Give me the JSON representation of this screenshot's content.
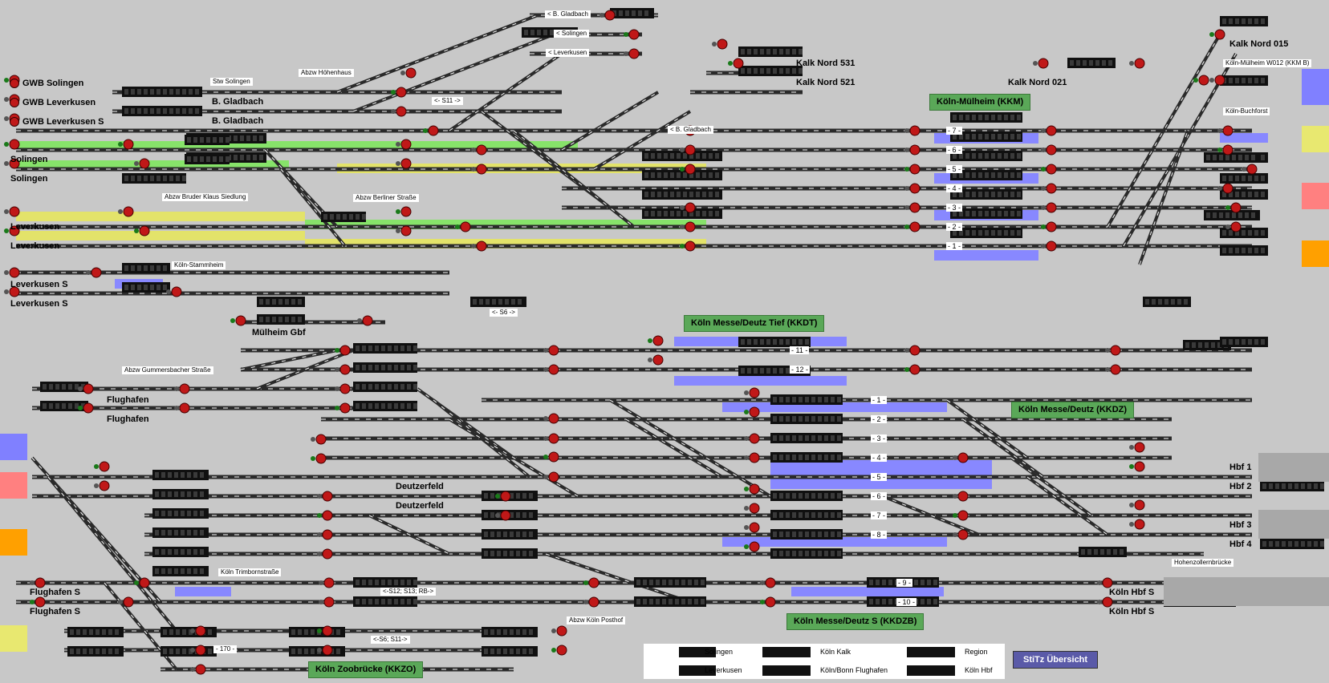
{
  "colors": {
    "background": "#c8c8c8",
    "track": "#2a2a2a",
    "track_gap": "#ffffff",
    "signal_red": "#c01818",
    "signal_green": "#1a7a1a",
    "route_green": "#7ce85a",
    "route_yellow": "#e8e85a",
    "occupied_blue": "#8888ff",
    "station_green": "#5aa858",
    "stitz_blue": "#5a5aa8",
    "edge_blue": "#8080ff",
    "edge_red": "#ff8080",
    "edge_orange": "#ffa000",
    "edge_yellow": "#e8e870",
    "edge_gray": "#a8a8a8"
  },
  "gwb": [
    {
      "label": "GWB Solingen"
    },
    {
      "label": "GWB Leverkusen"
    },
    {
      "label": "GWB Leverkusen S"
    }
  ],
  "left_labels": [
    "Solingen",
    "Solingen",
    "Leverkusen",
    "Leverkusen",
    "Leverkusen S",
    "Leverkusen S",
    "Mülheim Gbf",
    "Flughafen",
    "Flughafen",
    "Flughafen S",
    "Flughafen S",
    "Deutzerfeld",
    "Deutzerfeld"
  ],
  "upper_labels": {
    "stw_solingen": "Stw Solingen",
    "bgladbach1": "B. Gladbach",
    "bgladbach2": "B. Gladbach",
    "abzw_hoehenhaus": "Abzw Höhenhaus",
    "abzw_bruder": "Abzw Bruder Klaus Siedlung",
    "abzw_berliner": "Abzw Berliner Straße",
    "koeln_stammheim": "Köln-Stammheim",
    "abzw_gummersbacher": "Abzw Gummersbacher Straße",
    "koeln_trimbornstrasse": "Köln Trimbornstraße",
    "abzw_posthof": "Abzw Köln Posthof",
    "hohenzollernbruecke": "Hohenzollernbrücke"
  },
  "top_destinations": {
    "bgladbach_top": "< B. Gladbach",
    "solingen_top": "< Solingen",
    "leverkusen_top": "< Leverkusen",
    "bgladbach_mid": "< B. Gladbach",
    "s11": "<- S11 ->",
    "s6": "<- S6 ->",
    "s12": "<-S12; S13; RB->",
    "s6s11": "<-S6; S11->",
    "t170": "- 170 -"
  },
  "right_labels": {
    "kalk_nord_531": "Kalk Nord 531",
    "kalk_nord_521": "Kalk Nord 521",
    "kalk_nord_021": "Kalk Nord 021",
    "kalk_nord_015": "Kalk Nord 015",
    "muelheim_w012": "Köln-Mülheim W012 (KKM B)",
    "buchforst": "Köln-Buchforst",
    "hbf1": "Hbf 1",
    "hbf2": "Hbf 2",
    "hbf3": "Hbf 3",
    "hbf4": "Hbf 4",
    "koeln_hbf_s1": "Köln Hbf S",
    "koeln_hbf_s2": "Köln Hbf S"
  },
  "stations": {
    "kkm": "Köln-Mülheim (KKM)",
    "kkdt": "Köln Messe/Deutz Tief (KKDT)",
    "kkdz": "Köln Messe/Deutz (KKDZ)",
    "kkdzb": "Köln Messe/Deutz S (KKDZB)",
    "kkzo": "Köln Zoobrücke (KKZO)"
  },
  "track_numbers": {
    "kkm": [
      "- 7 -",
      "- 6 -",
      "- 5 -",
      "- 4 -",
      "- 3 -",
      "- 2 -",
      "- 1 -"
    ],
    "kkdt": [
      "- 11 -",
      "- 12 -"
    ],
    "kkdz": [
      "- 1 -",
      "- 2 -",
      "- 3 -",
      "- 4 -",
      "- 5 -",
      "- 6 -",
      "- 7 -",
      "- 8 -"
    ],
    "kkdzb": [
      "- 9 -",
      "- 10 -"
    ]
  },
  "legend": {
    "items": [
      "Solingen",
      "Köln Kalk",
      "Region",
      "Leverkusen",
      "Köln/Bonn Flughafen",
      "Köln Hbf"
    ],
    "button": "StiTz Übersicht"
  }
}
